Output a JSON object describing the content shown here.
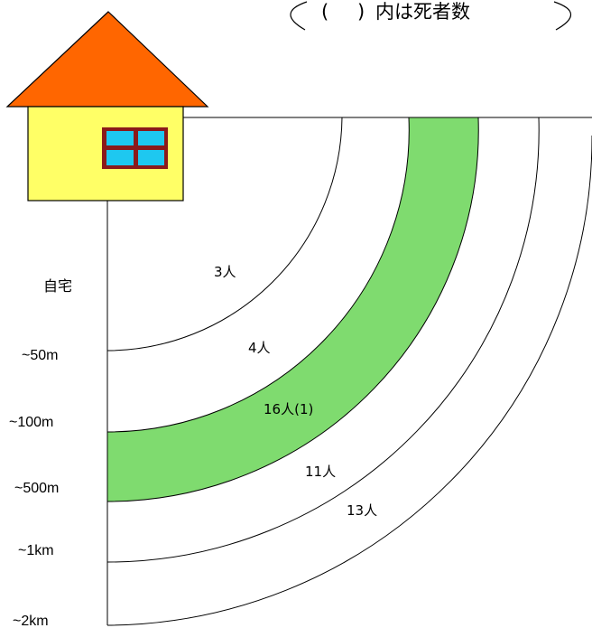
{
  "legend": {
    "paren_open": "(",
    "paren_close": ")",
    "text": "内は死者数"
  },
  "distance_labels": [
    "自宅",
    "~50m",
    "~100m",
    "~500m",
    "~1km",
    "~2km"
  ],
  "bands": [
    {
      "distance": "自宅",
      "count": "3人"
    },
    {
      "distance": "~50m",
      "count": "4人"
    },
    {
      "distance": "~100m",
      "count": "16人(1)",
      "highlight": true
    },
    {
      "distance": "~500m",
      "count": "11人"
    },
    {
      "distance": "~1km",
      "count": "13人"
    }
  ],
  "colors": {
    "roof": "#FF6600",
    "wall": "#FFFF66",
    "window_frame": "#8B1A1A",
    "window_glass": "#1EC8F0",
    "highlight_band": "#7FDB6F",
    "line": "#000000"
  }
}
